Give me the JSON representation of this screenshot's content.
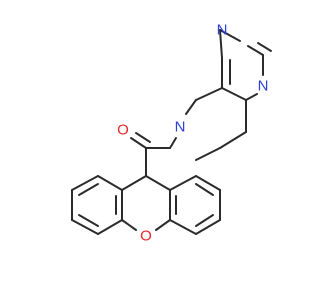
{
  "molecule": {
    "atom_labels": {
      "n_top": "N",
      "n_right": "N",
      "n_ring": "N",
      "o_carbonyl": "O",
      "o_xanthene": "O"
    },
    "colors": {
      "bond": "#2b2b2b",
      "nitrogen": "#2c3fd6",
      "oxygen": "#e8262a",
      "background": "#ffffff"
    }
  }
}
